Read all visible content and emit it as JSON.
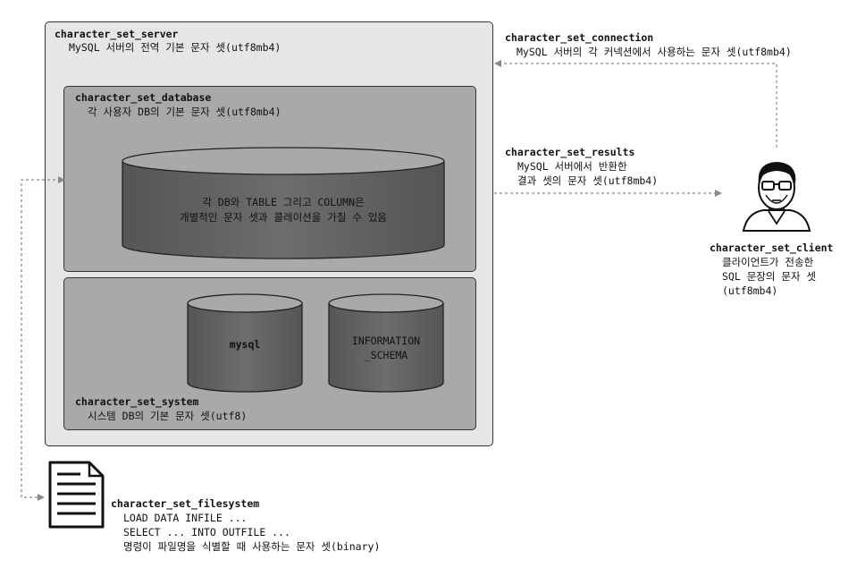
{
  "server": {
    "title": "character_set_server",
    "desc": "MySQL 서버의 전역 기본 문자 셋(utf8mb4)"
  },
  "database": {
    "title": "character_set_database",
    "desc": "각 사용자 DB의 기본 문자 셋(utf8mb4)"
  },
  "big_cylinder": {
    "line1": "각 DB와 TABLE 그리고 COLUMN은",
    "line2": "개별적인 문자 셋과 콜레이션을 가질 수 있음"
  },
  "system": {
    "title": "character_set_system",
    "desc": "시스템 DB의 기본 문자 셋(utf8)"
  },
  "mysql_cylinder": {
    "label": "mysql"
  },
  "info_cylinder": {
    "line1": "INFORMATION",
    "line2": "_SCHEMA"
  },
  "connection": {
    "title": "character_set_connection",
    "desc": "MySQL 서버의 각 커넥션에서 사용하는 문자 셋(utf8mb4)"
  },
  "results": {
    "title": "character_set_results",
    "line1": "MySQL 서버에서 반환한",
    "line2": "결과 셋의 문자 셋(utf8mb4)"
  },
  "client": {
    "title": "character_set_client",
    "line1": "클라이언트가 전송한",
    "line2": "SQL 문장의 문자 셋",
    "line3": "(utf8mb4)"
  },
  "filesystem": {
    "title": "character_set_filesystem",
    "line1": "LOAD DATA INFILE ...",
    "line2": "SELECT ... INTO OUTFILE ...",
    "line3": "명령이 파일명을 식별할 때 사용하는 문자 셋(binary)"
  },
  "icons": {
    "client": "user-avatar-icon",
    "file": "document-icon"
  }
}
